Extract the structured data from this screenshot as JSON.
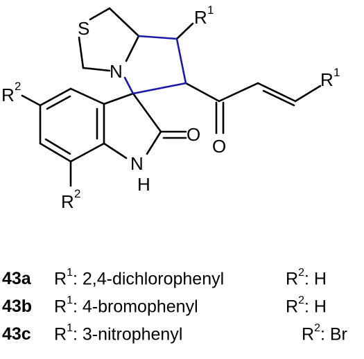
{
  "structure": {
    "atoms": {
      "S": "S",
      "N": "N",
      "O_lactam": "O",
      "O_ketone": "O",
      "NH_N": "N",
      "NH_H": "H",
      "R1_top": "R",
      "R1_top_sup": "1",
      "R1_right": "R",
      "R1_right_sup": "1",
      "R2_left": "R",
      "R2_left_sup": "2",
      "R2_bottom": "R",
      "R2_bottom_sup": "2"
    },
    "colors": {
      "highlight_bonds": "#1a1aa6",
      "bonds": "#000000"
    }
  },
  "compounds": [
    {
      "id": "43a",
      "r1_label": "R",
      "r1_sup": "1",
      "r1_value": ": 2,4-dichlorophenyl",
      "r2_label": "R",
      "r2_sup": "2",
      "r2_value": ": H"
    },
    {
      "id": "43b",
      "r1_label": "R",
      "r1_sup": "1",
      "r1_value": ": 4-bromophenyl",
      "r2_label": "R",
      "r2_sup": "2",
      "r2_value": ": H"
    },
    {
      "id": "43c",
      "r1_label": "R",
      "r1_sup": "1",
      "r1_value": ": 3-nitrophenyl",
      "r2_label": "R",
      "r2_sup": "2",
      "r2_value": ": Br"
    }
  ]
}
